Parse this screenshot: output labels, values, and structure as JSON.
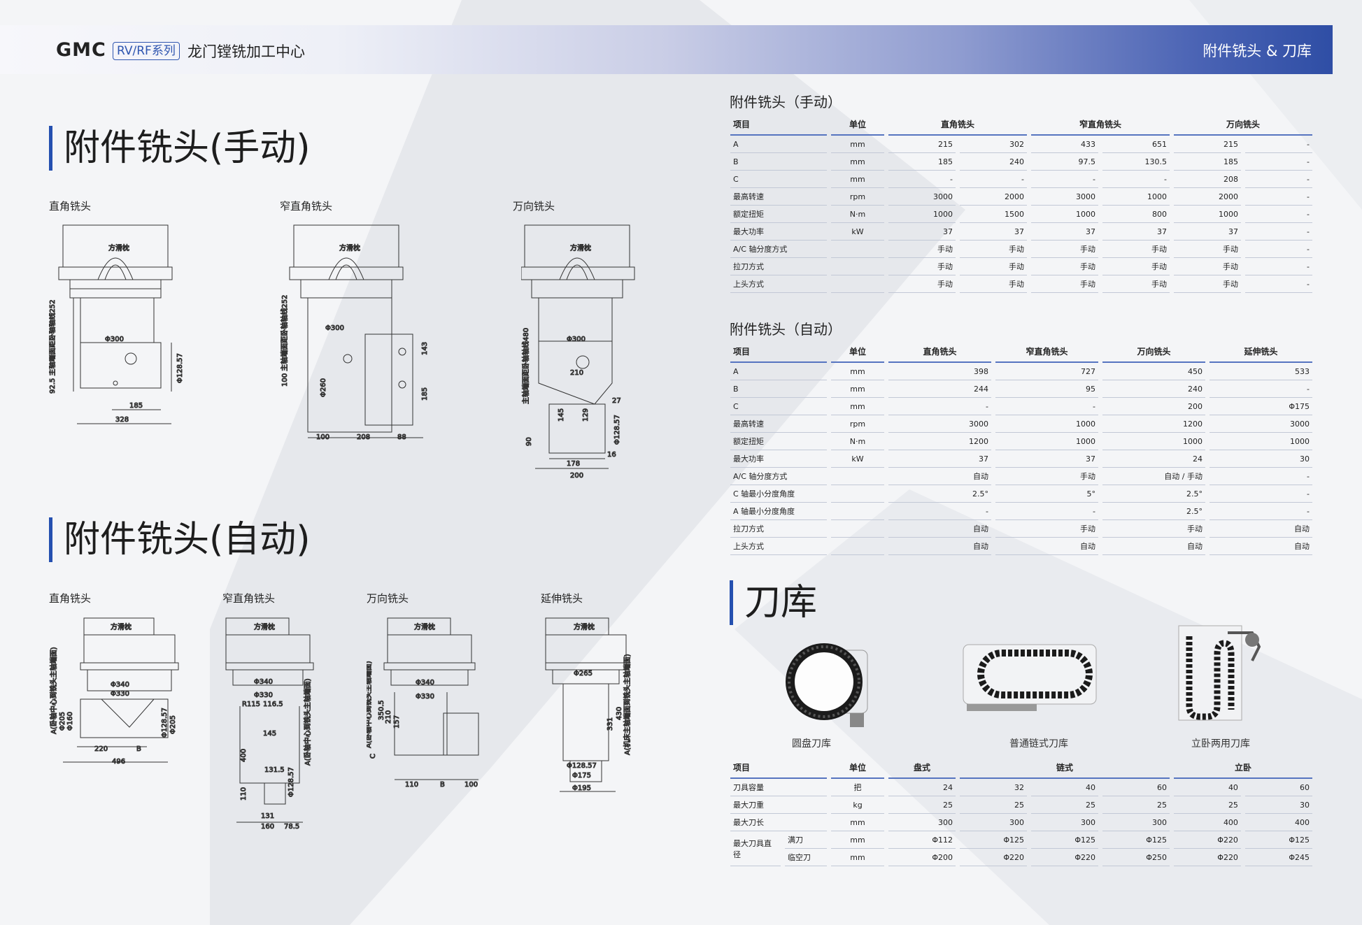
{
  "header": {
    "brand": "GMC",
    "series": "RV/RF系列",
    "title": "龙门镗铣加工中心",
    "section": "附件铣头 & 刀库"
  },
  "manual_section": {
    "title": "附件铣头(手动)",
    "heads": [
      "直角铣头",
      "窄直角铣头",
      "万向铣头"
    ]
  },
  "auto_section": {
    "title": "附件铣头(自动)",
    "heads": [
      "直角铣头",
      "窄直角铣头",
      "万向铣头",
      "延伸铣头"
    ]
  },
  "drawing_labels": {
    "slide": "方滑枕",
    "m1": {
      "d300": "Φ300",
      "side": "92.5 主轴端面距卧轴轴线252",
      "d128": "Φ128.57",
      "w185": "185",
      "w328": "328"
    },
    "m2": {
      "d300": "Φ300",
      "side": "100 主轴端面距卧轴轴线252",
      "d260": "Φ260",
      "h143": "143",
      "h185": "185",
      "w100": "100",
      "w208": "208",
      "w88": "88"
    },
    "m3": {
      "d300": "Φ300",
      "side": "主轴端面距卧轴轴线480",
      "w210": "210",
      "h145": "145",
      "h129": "129",
      "w27": "27",
      "d128": "Φ128.57",
      "h90": "90",
      "w16": "16",
      "w178": "178",
      "w200": "200"
    },
    "a1": {
      "d340": "Φ340",
      "d330": "Φ330",
      "d205a": "Φ205",
      "d160": "Φ160",
      "d128": "Φ128.57",
      "d205b": "Φ205",
      "w220": "220",
      "wB": "B",
      "w496": "496",
      "side": "A(卧轴中心到铣头主轴端面)"
    },
    "a2": {
      "d340": "Φ340",
      "d330": "Φ330",
      "r115": "R115",
      "w116": "116.5",
      "w145": "145",
      "h400": "400",
      "w131a": "131.5",
      "d128": "Φ128.57",
      "h110": "110",
      "w131b": "131",
      "w160": "160",
      "w78": "78.5",
      "side": "A(卧轴中心到铣头主轴端面)"
    },
    "a3": {
      "d340": "Φ340",
      "d330": "Φ330",
      "h350": "350.5",
      "h210": "210",
      "h157": "157",
      "wC": "C",
      "w110": "110",
      "wB": "B",
      "w100": "100",
      "side": "A(卧轴中心到铣头主轴端面)"
    },
    "a4": {
      "d265": "Φ265",
      "h331": "331",
      "h430": "430",
      "d128": "Φ128.57",
      "d175": "Φ175",
      "d195": "Φ195",
      "side": "A(机床主轴端面到铣头主轴端面)"
    }
  },
  "manual_table": {
    "title": "附件铣头（手动）",
    "headers": [
      "项目",
      "单位",
      "直角铣头",
      "窄直角铣头",
      "万向铣头"
    ],
    "rows": [
      [
        "A",
        "mm",
        "215",
        "302",
        "433",
        "651",
        "215",
        "-"
      ],
      [
        "B",
        "mm",
        "185",
        "240",
        "97.5",
        "130.5",
        "185",
        "-"
      ],
      [
        "C",
        "mm",
        "-",
        "-",
        "-",
        "-",
        "208",
        "-"
      ],
      [
        "最高转速",
        "rpm",
        "3000",
        "2000",
        "3000",
        "1000",
        "2000",
        "-"
      ],
      [
        "额定扭矩",
        "N·m",
        "1000",
        "1500",
        "1000",
        "800",
        "1000",
        "-"
      ],
      [
        "最大功率",
        "kW",
        "37",
        "37",
        "37",
        "37",
        "37",
        "-"
      ],
      [
        "A/C 轴分度方式",
        "",
        "手动",
        "手动",
        "手动",
        "手动",
        "手动",
        "-"
      ],
      [
        "拉刀方式",
        "",
        "手动",
        "手动",
        "手动",
        "手动",
        "手动",
        "-"
      ],
      [
        "上头方式",
        "",
        "手动",
        "手动",
        "手动",
        "手动",
        "手动",
        "-"
      ]
    ]
  },
  "auto_table": {
    "title": "附件铣头（自动）",
    "headers": [
      "项目",
      "单位",
      "直角铣头",
      "窄直角铣头",
      "万向铣头",
      "延伸铣头"
    ],
    "rows": [
      [
        "A",
        "mm",
        "398",
        "727",
        "450",
        "533"
      ],
      [
        "B",
        "mm",
        "244",
        "95",
        "240",
        "-"
      ],
      [
        "C",
        "mm",
        "-",
        "-",
        "200",
        "Φ175"
      ],
      [
        "最高转速",
        "rpm",
        "3000",
        "1000",
        "1200",
        "3000"
      ],
      [
        "额定扭矩",
        "N·m",
        "1200",
        "1000",
        "1000",
        "1000"
      ],
      [
        "最大功率",
        "kW",
        "37",
        "37",
        "24",
        "30"
      ],
      [
        "A/C 轴分度方式",
        "",
        "自动",
        "手动",
        "自动 / 手动",
        "-"
      ],
      [
        "C 轴最小分度角度",
        "",
        "2.5°",
        "5°",
        "2.5°",
        "-"
      ],
      [
        "A 轴最小分度角度",
        "",
        "-",
        "-",
        "2.5°",
        "-"
      ],
      [
        "拉刀方式",
        "",
        "自动",
        "手动",
        "手动",
        "自动"
      ],
      [
        "上头方式",
        "",
        "自动",
        "自动",
        "自动",
        "自动"
      ]
    ]
  },
  "magazine_section": {
    "title": "刀库",
    "items": [
      "圆盘刀库",
      "普通链式刀库",
      "立卧两用刀库"
    ]
  },
  "magazine_table": {
    "headers": [
      "项目",
      "单位",
      "盘式",
      "链式",
      "立卧"
    ],
    "rows": [
      [
        "刀具容量",
        "把",
        "24",
        "32",
        "40",
        "60",
        "40",
        "60"
      ],
      [
        "最大刀重",
        "kg",
        "25",
        "25",
        "25",
        "25",
        "25",
        "30"
      ],
      [
        "最大刀长",
        "mm",
        "300",
        "300",
        "300",
        "300",
        "400",
        "400"
      ]
    ],
    "diameter_label": "最大刀具直径",
    "diameter_rows": [
      [
        "满刀",
        "mm",
        "Φ112",
        "Φ125",
        "Φ125",
        "Φ125",
        "Φ220",
        "Φ125"
      ],
      [
        "临空刀",
        "mm",
        "Φ200",
        "Φ220",
        "Φ220",
        "Φ250",
        "Φ220",
        "Φ245"
      ]
    ]
  }
}
